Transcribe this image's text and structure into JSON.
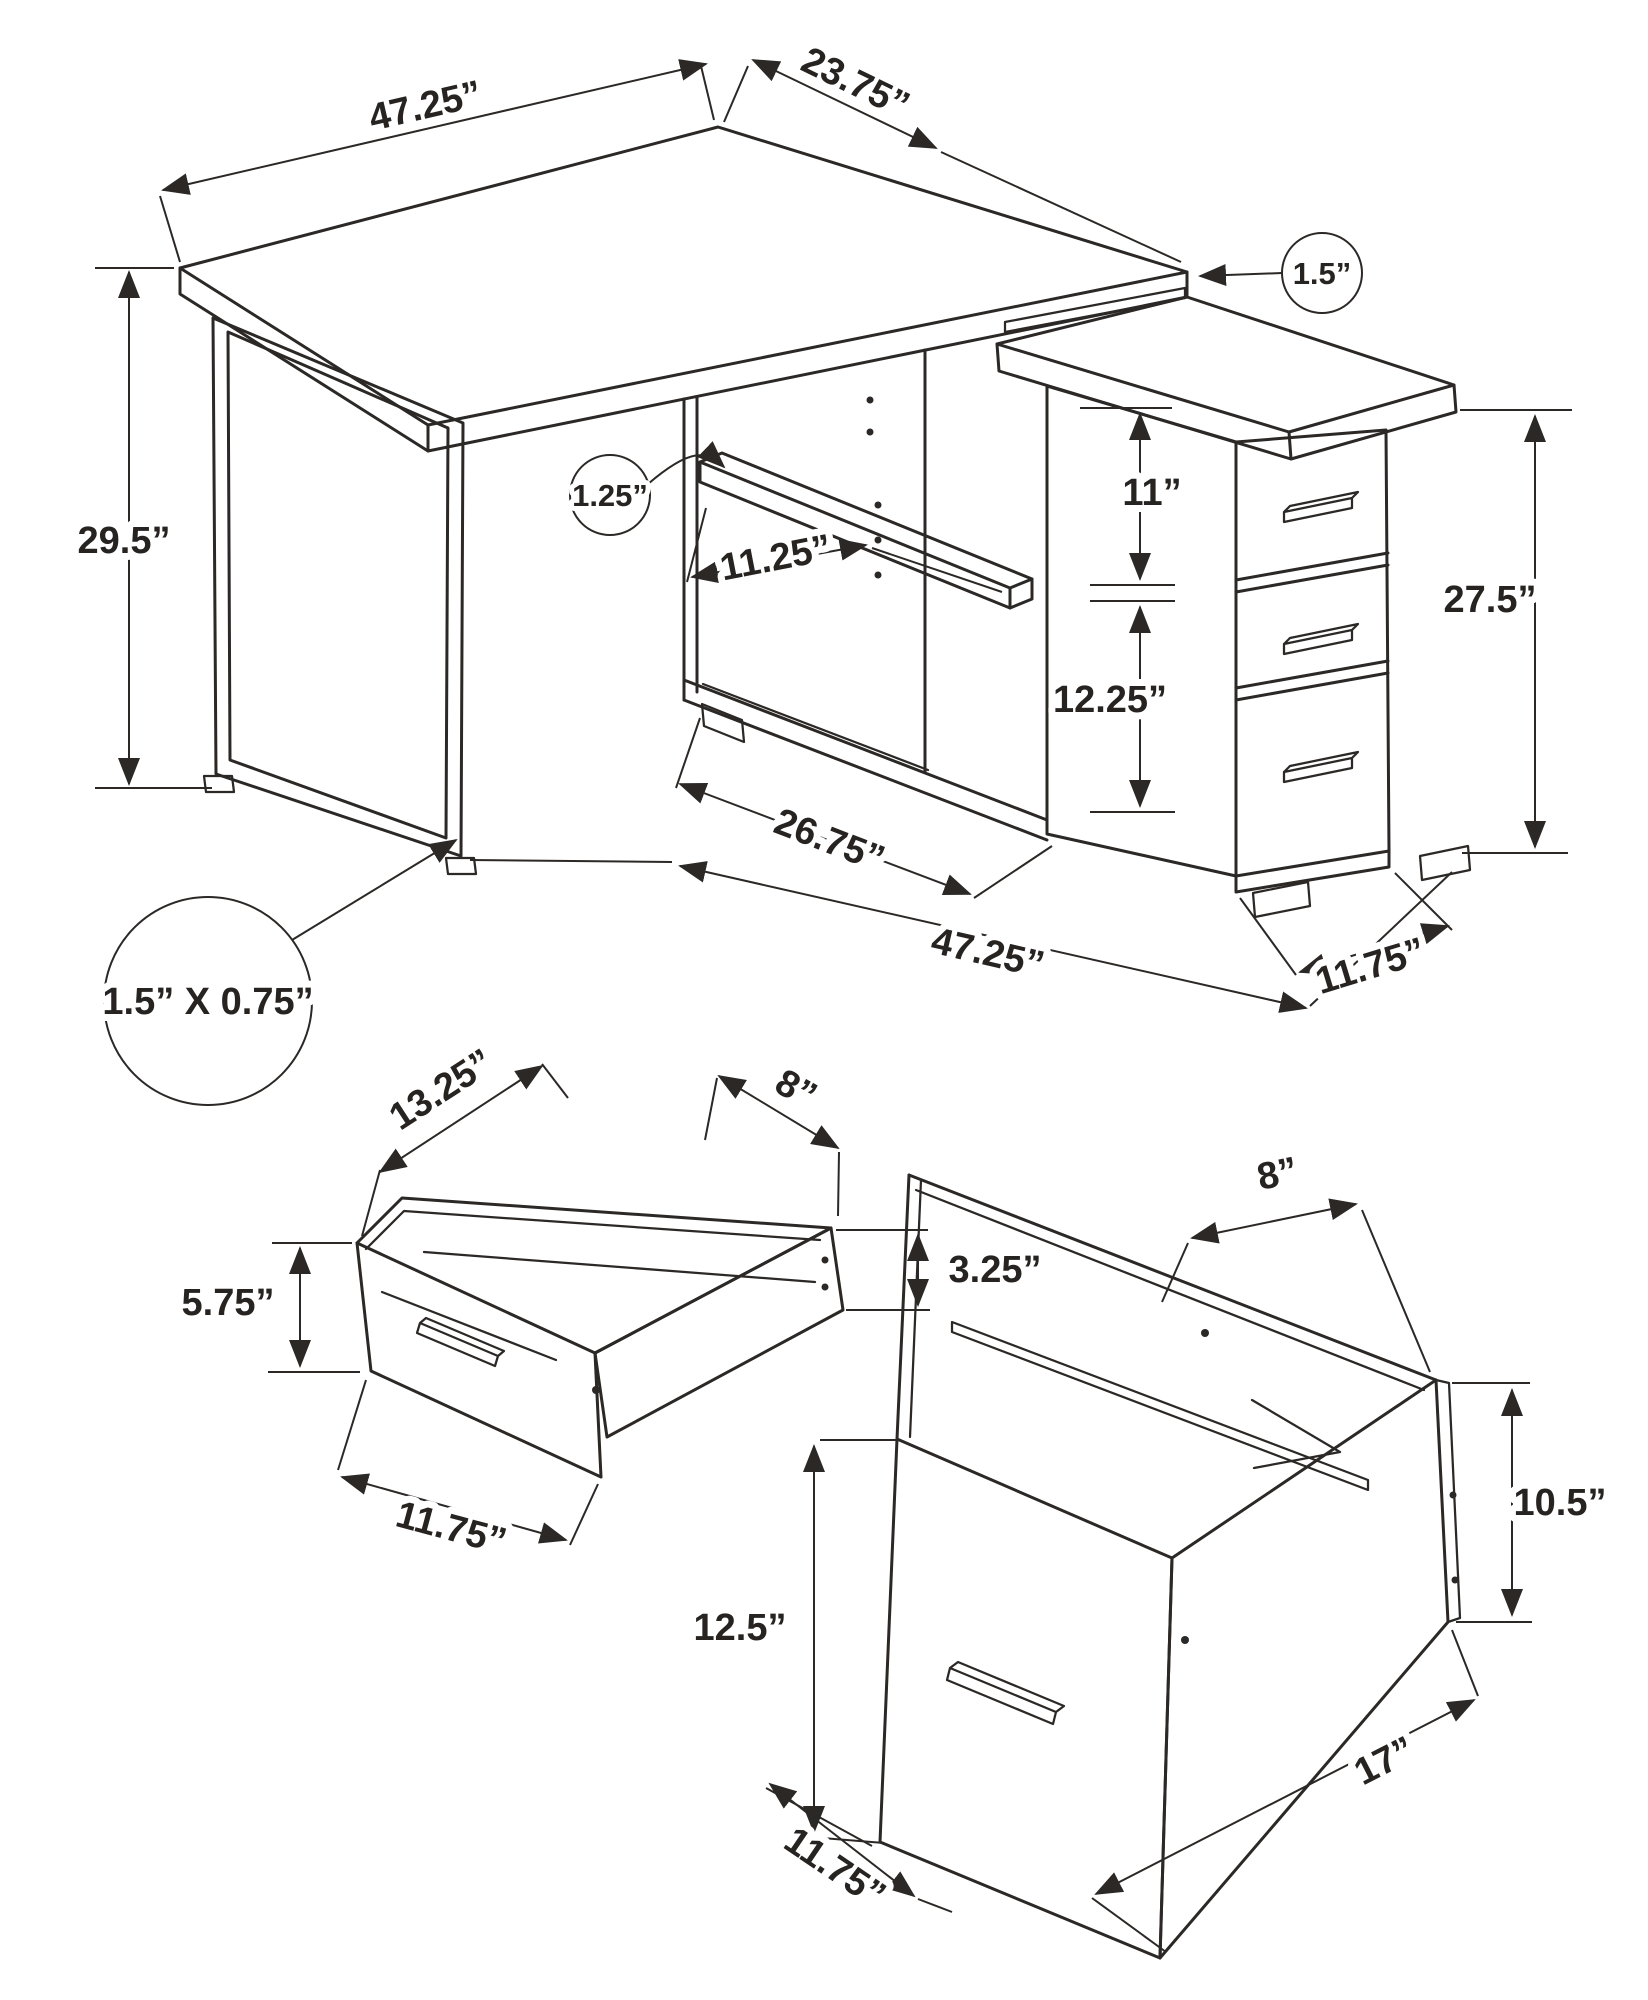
{
  "colors": {
    "background": "#ffffff",
    "line": "#2b2826"
  },
  "desk": {
    "top_length": "47.25”",
    "return_depth": "23.75”",
    "height": "29.5”",
    "top_thickness_callout": "1.5”",
    "shelf_thickness_callout": "1.25”",
    "shelf_depth": "11.25”",
    "opening_height_upper": "11”",
    "opening_height_lower": "12.25”",
    "shelf_span": "26.75”",
    "base_length": "47.25”",
    "pedestal_height": "27.5”",
    "pedestal_depth": "11.75”",
    "leg_profile_callout": "1.5” X 0.75”"
  },
  "small_drawer": {
    "depth": "13.25”",
    "width": "8”",
    "front_height": "5.75”",
    "side_height": "3.25”",
    "front_width": "11.75”"
  },
  "file_drawer": {
    "width": "8”",
    "front_height": "12.5”",
    "side_height": "10.5”",
    "depth": "17”",
    "front_width": "11.75”"
  }
}
